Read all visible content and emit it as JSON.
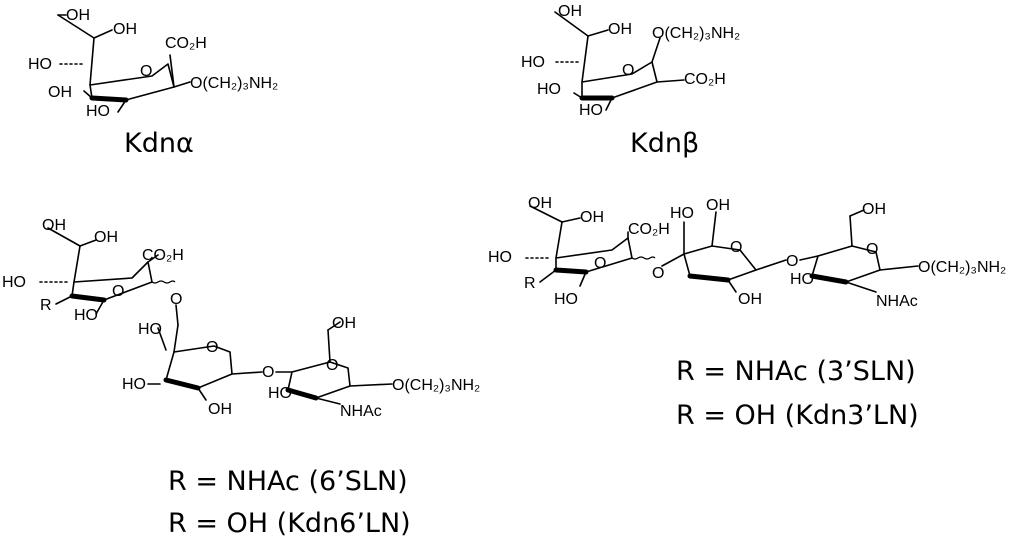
{
  "structures": {
    "kdn_alpha": {
      "name": "Kdnα",
      "oh_top_left": "OH",
      "oh_top": "OH",
      "ho_left": "HO",
      "oh_mid": "OH",
      "ho_bottom": "HO",
      "ring_o": "O",
      "acid": "CO₂H",
      "linker": "O(CH₂)₃NH₂"
    },
    "kdn_beta": {
      "name": "Kdnβ",
      "oh_top_left": "OH",
      "oh_top": "OH",
      "ho_left": "HO",
      "ho_mid": "HO",
      "ho_bottom": "HO",
      "ring_o": "O",
      "linker": "O(CH₂)₃NH₂",
      "acid": "CO₂H"
    },
    "six_prime": {
      "oh_top_left": "OH",
      "oh_top": "OH",
      "ho_left": "HO",
      "r_label": "R",
      "ho_bottom": "HO",
      "ring_o": "O",
      "acid": "CO₂H",
      "link_o": "O",
      "gal_ho_top": "HO",
      "gal_ring_o": "O",
      "gal_ho_left": "HO",
      "gal_oh_bottom": "OH",
      "glyco_o": "O",
      "glc_oh_ch2": "OH",
      "glc_ho": "HO",
      "glc_ring_o": "O",
      "linker": "O(CH₂)₃NH₂",
      "nhac": "NHAc",
      "caption_line1": "R = NHAc (6’SLN)",
      "caption_line2": "R = OH (Kdn6’LN)"
    },
    "three_prime": {
      "oh_top_left": "OH",
      "oh_top": "OH",
      "ho_left": "HO",
      "r_label": "R",
      "ho_bottom": "HO",
      "ring_o": "O",
      "acid": "CO₂H",
      "link_o": "O",
      "gal_ho": "HO",
      "gal_oh": "OH",
      "gal_ring_o": "O",
      "gal_oh_bottom": "OH",
      "glyco_o": "O",
      "glc_oh_ch2": "OH",
      "glc_ho": "HO",
      "glc_ring_o": "O",
      "linker": "O(CH₂)₃NH₂",
      "nhac": "NHAc",
      "caption_line1": "R = NHAc (3’SLN)",
      "caption_line2": "R = OH (Kdn3’LN)"
    }
  }
}
